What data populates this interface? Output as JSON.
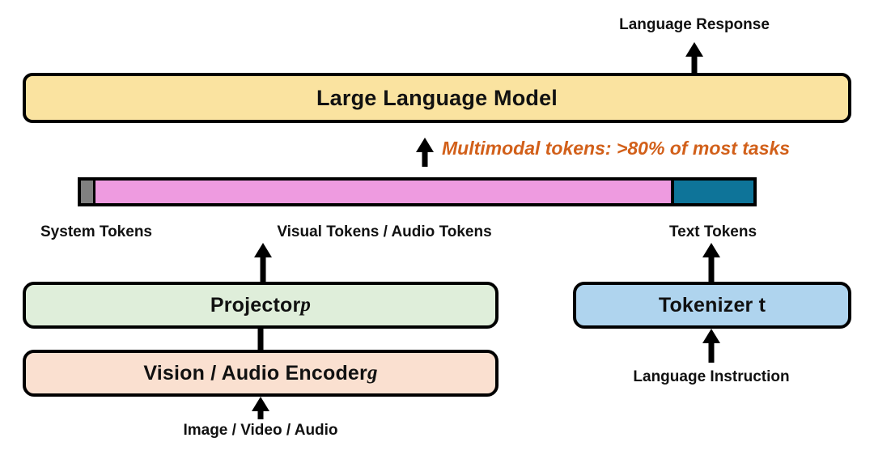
{
  "figure": {
    "type": "architecture-diagram",
    "title": "Multimodal LLM token pipeline"
  },
  "blocks": {
    "llm": {
      "label": "Large Language Model",
      "color": "#FAE3A0"
    },
    "projector": {
      "label": "Projector ",
      "symbol": "p",
      "color": "#DFEEDA"
    },
    "encoder": {
      "label": "Vision / Audio Encoder ",
      "symbol": "g",
      "color": "#FAE0D0"
    },
    "tokenizer": {
      "label": "Tokenizer t",
      "color": "#AFD4EE"
    }
  },
  "token_bar": {
    "segments": [
      {
        "name": "system",
        "label": "System Tokens",
        "color": "#808080",
        "width_pct": 2.2
      },
      {
        "name": "visual",
        "label": "Visual Tokens / Audio Tokens",
        "color": "#EE9BE0",
        "width_pct": 86.0
      },
      {
        "name": "text",
        "label": "Text Tokens",
        "color": "#0E7499",
        "width_pct": 11.8
      }
    ]
  },
  "annotations": {
    "multimodal_share": "Multimodal tokens: >80% of most tasks",
    "accent_color": "#D2601A"
  },
  "captions": {
    "language_response": "Language Response",
    "system_tokens": "System Tokens",
    "visual_audio_tokens": "Visual Tokens / Audio Tokens",
    "text_tokens": "Text Tokens",
    "language_instruction": "Language Instruction",
    "image_video_audio": "Image / Video / Audio"
  }
}
